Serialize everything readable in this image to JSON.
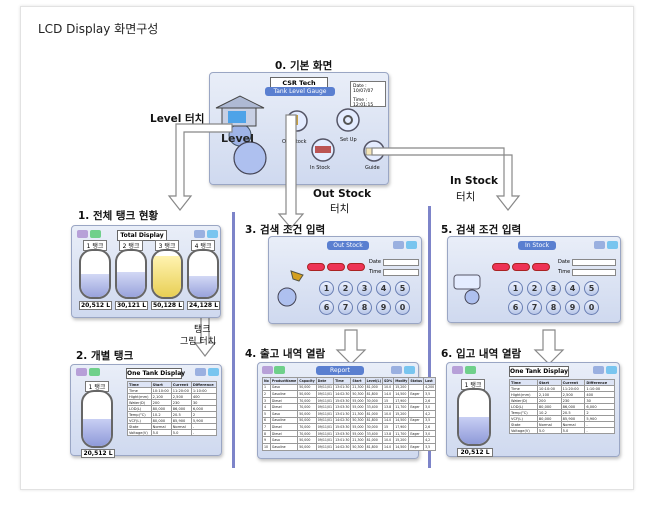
{
  "title": "LCD Display 화면구성",
  "step0": {
    "label": "0. 기본 화면",
    "company": "CSR Tech",
    "gauge": "Tank Level Gauge",
    "date_label": "Date :",
    "date_value": "10/07/07",
    "time_label": "Time :",
    "time_value": "12:01:15",
    "icons": [
      "Level",
      "Out Stock",
      "Set Up",
      "In Stock",
      "Guide"
    ]
  },
  "touch": {
    "level": "Level 터치",
    "out_stock": "Out Stock",
    "out_stock_sub": "터치",
    "in_stock": "In Stock",
    "in_stock_sub": "터치",
    "tank": "탱크",
    "tank_sub": "그림 터치"
  },
  "step1": {
    "label": "1. 전체 탱크 현황",
    "header": "Total Display",
    "tanks": [
      {
        "name": "1 탱크",
        "volume": "20,512 L",
        "fill": 0.5
      },
      {
        "name": "2 탱크",
        "volume": "30,121 L",
        "fill": 0.55
      },
      {
        "name": "3 탱크",
        "volume": "50,128 L",
        "fill": 0.9
      },
      {
        "name": "4 탱크",
        "volume": "24,128 L",
        "fill": 0.45
      }
    ]
  },
  "step2": {
    "label": "2. 개별 탱크",
    "header": "One Tank Display",
    "tank_name": "1 탱크",
    "volume": "20,512 L",
    "table_header": [
      "Time",
      "Start",
      "Current",
      "Difference"
    ],
    "table_rows": [
      [
        "Time",
        "10:10:00",
        "11:20:00",
        "1:10:00"
      ],
      [
        "Hight(mm)",
        "2,100",
        "2,500",
        "400"
      ],
      [
        "Water(D)",
        "200",
        "230",
        "30"
      ],
      [
        "LOD(L)",
        "80,000",
        "86,000",
        "6,000"
      ],
      [
        "Temp(°C)",
        "10.2",
        "20.5",
        "2"
      ],
      [
        "VCF(L)",
        "80,000",
        "85,900",
        "5,900"
      ],
      [
        "State",
        "Normal",
        "Normal",
        "-"
      ],
      [
        "Voltage(V)",
        "5.0",
        "5.0",
        "-"
      ]
    ]
  },
  "step3": {
    "label": "3. 검색 조건 입력",
    "header": "Out Stock",
    "date_label": "Date :",
    "time_label": "Time :",
    "keys": [
      "1",
      "2",
      "3",
      "4",
      "5",
      "6",
      "7",
      "8",
      "9",
      "0"
    ]
  },
  "step4": {
    "label": "4. 출고 내역 열람",
    "header": "Report",
    "columns": [
      "No",
      "ProductName",
      "Capacity",
      "Date",
      "Time",
      "Start",
      "Level(L)",
      "SD%",
      "Modify",
      "Status",
      "Last"
    ],
    "rows": [
      [
        "1",
        "Gaso",
        "50,000",
        "09/11/01",
        "13:01:30",
        "21,300",
        "81,000",
        "10.0",
        "15,200",
        "",
        "4,200"
      ],
      [
        "2",
        "Gasoline",
        "50,000",
        "09/11/01",
        "14:02:30",
        "50,300",
        "81,800",
        "14.0",
        "14,500",
        "Eager",
        "3,5"
      ],
      [
        "3",
        "Diesel",
        "70,000",
        "09/11/01",
        "15:03:30",
        "55,000",
        "30,000",
        "15",
        "17,900",
        "",
        "2,6"
      ],
      [
        "4",
        "Diesel",
        "70,000",
        "09/11/01",
        "13:03:30",
        "55,000",
        "33,400",
        "13.8",
        "11,700",
        "Eager",
        "3,0"
      ],
      [
        "5",
        "Gaso",
        "50,000",
        "09/11/01",
        "13:01:30",
        "21,300",
        "81,000",
        "10.0",
        "15,200",
        "",
        "4,2"
      ],
      [
        "6",
        "Gasoline",
        "50,000",
        "09/11/01",
        "14:02:30",
        "50,300",
        "81,800",
        "14.0",
        "14,500",
        "Eager",
        "3,5"
      ],
      [
        "7",
        "Diesel",
        "70,000",
        "09/11/01",
        "15:03:30",
        "55,000",
        "30,000",
        "15",
        "17,900",
        "",
        "2,6"
      ],
      [
        "8",
        "Diesel",
        "70,000",
        "09/11/01",
        "13:03:30",
        "55,000",
        "33,400",
        "13.8",
        "11,700",
        "Eager",
        "3,0"
      ],
      [
        "9",
        "Gaso",
        "50,000",
        "09/11/01",
        "13:01:30",
        "21,300",
        "81,000",
        "10.0",
        "15,200",
        "",
        "4,2"
      ],
      [
        "10",
        "Gasoline",
        "50,000",
        "09/11/01",
        "14:02:30",
        "50,300",
        "81,800",
        "14.0",
        "14,500",
        "Eager",
        "3,5"
      ]
    ]
  },
  "step5": {
    "label": "5. 검색 조건 입력",
    "header": "In Stock",
    "date_label": "Date :",
    "time_label": "Time :",
    "keys": [
      "1",
      "2",
      "3",
      "4",
      "5",
      "6",
      "7",
      "8",
      "9",
      "0"
    ]
  },
  "step6": {
    "label": "6. 입고 내역 열람",
    "header": "One Tank Display",
    "tank_name": "1 탱크",
    "volume": "20,512 L"
  },
  "colors": {
    "divider": "#7d84c9",
    "accent": "#5a7fd0",
    "tank_liquid": "#aab4e6",
    "tank_yellow": "#f3df7a"
  }
}
